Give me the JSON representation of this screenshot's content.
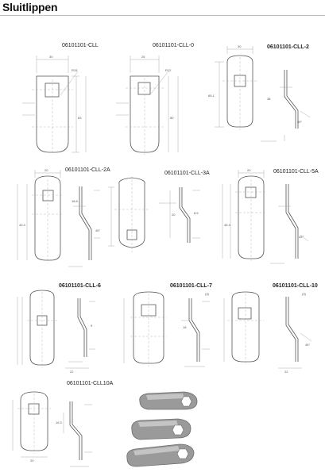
{
  "title": "Sluitlippen",
  "parts": [
    {
      "label": "06101101-CLL"
    },
    {
      "label": "06101101-CLL-0"
    },
    {
      "label": "06101101-CLL-2"
    },
    {
      "label": "06101101-CLL-2A"
    },
    {
      "label": "06101101-CLL-3A"
    },
    {
      "label": "06101101-CLL-5A"
    },
    {
      "label": "06101101-CLL-6"
    },
    {
      "label": "06101101-CLL-7"
    },
    {
      "label": "06101101-CLL-10"
    },
    {
      "label": "06101101-CLL10A"
    }
  ],
  "photo": {
    "subject": "three bent lock cams",
    "color": "#9a9a9a"
  }
}
